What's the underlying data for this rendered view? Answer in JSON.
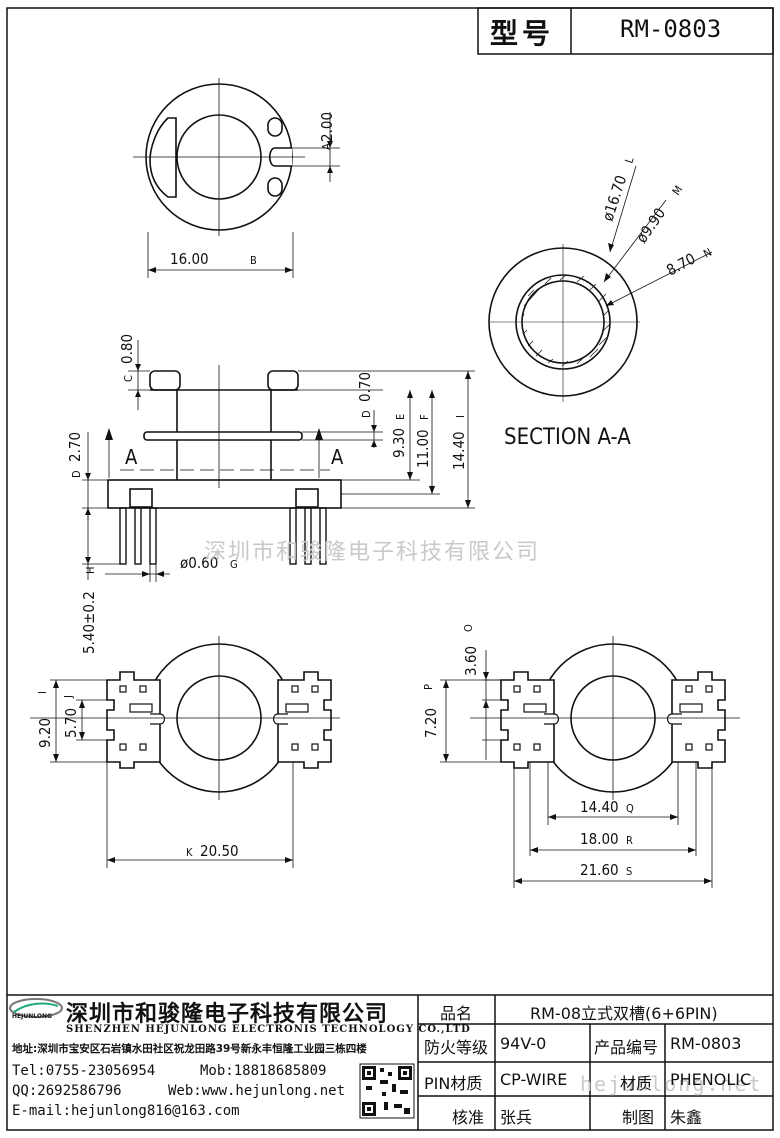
{
  "header": {
    "model_label": "型号",
    "model_code": "RM-0803"
  },
  "dimensions": {
    "top_slot": "2.00",
    "top_slot_tag": "A",
    "top_width": "16.00",
    "top_width_tag": "B",
    "outer_dia": "ø16.70",
    "outer_dia_tag": "L",
    "mid_dia": "ø9.90",
    "mid_dia_tag": "M",
    "inner_dia": "8.70",
    "inner_dia_tag": "N",
    "flange_thk": "0.80",
    "flange_thk_tag": "C",
    "groove": "0.70",
    "groove_tag": "D",
    "base_h": "2.70",
    "base_h_tag": "D",
    "winding_h": "9.30",
    "winding_h_tag": "E",
    "body_h": "11.00",
    "body_h_tag": "F",
    "total_h": "14.40",
    "total_h_tag": "I",
    "pin_len": "5.40±0.2",
    "pin_len_tag": "H",
    "pin_dia": "ø0.60",
    "pin_dia_tag": "G",
    "left_outer": "9.20",
    "left_outer_tag": "I",
    "left_inner": "5.70",
    "left_inner_tag": "J",
    "left_span": "20.50",
    "left_span_tag": "K",
    "right_pitch": "3.60",
    "right_pitch_tag": "O",
    "right_row": "7.20",
    "right_row_tag": "P",
    "right_span1": "14.40",
    "right_span1_tag": "Q",
    "right_span2": "18.00",
    "right_span2_tag": "R",
    "right_span3": "21.60",
    "right_span3_tag": "S",
    "section_mark": "A",
    "section_title": "SECTION A-A"
  },
  "watermark": {
    "company": "深圳市和骏隆电子科技有限公司",
    "url": "hejunlong.net"
  },
  "title_block": {
    "logo_text": "HEJUNLONG",
    "company_cn": "深圳市和骏隆电子科技有限公司",
    "company_en": "SHENZHEN HEJUNLONG ELECTRONIS TECHNOLOGY CO.,LTD",
    "address": "地址:深圳市宝安区石岩镇水田社区祝龙田路39号新永丰恒隆工业园三栋四楼",
    "tel": "Tel:0755-23056954",
    "mob": "Mob:18818685809",
    "qq": "QQ:2692586796",
    "web": "Web:www.hejunlong.net",
    "email": "E-mail:hejunlong816@163.com",
    "name_label": "品名",
    "name_value": "RM-08立式双槽(6+6PIN)",
    "fire_label": "防火等级",
    "fire_value": "94V-0",
    "code_label": "产品编号",
    "code_value": "RM-0803",
    "pin_label": "PIN材质",
    "pin_value": "CP-WIRE",
    "material_label": "材质",
    "material_value": "PHENOLIC",
    "check_label": "核准",
    "check_value": "张兵",
    "draw_label": "制图",
    "draw_value": "朱鑫"
  }
}
